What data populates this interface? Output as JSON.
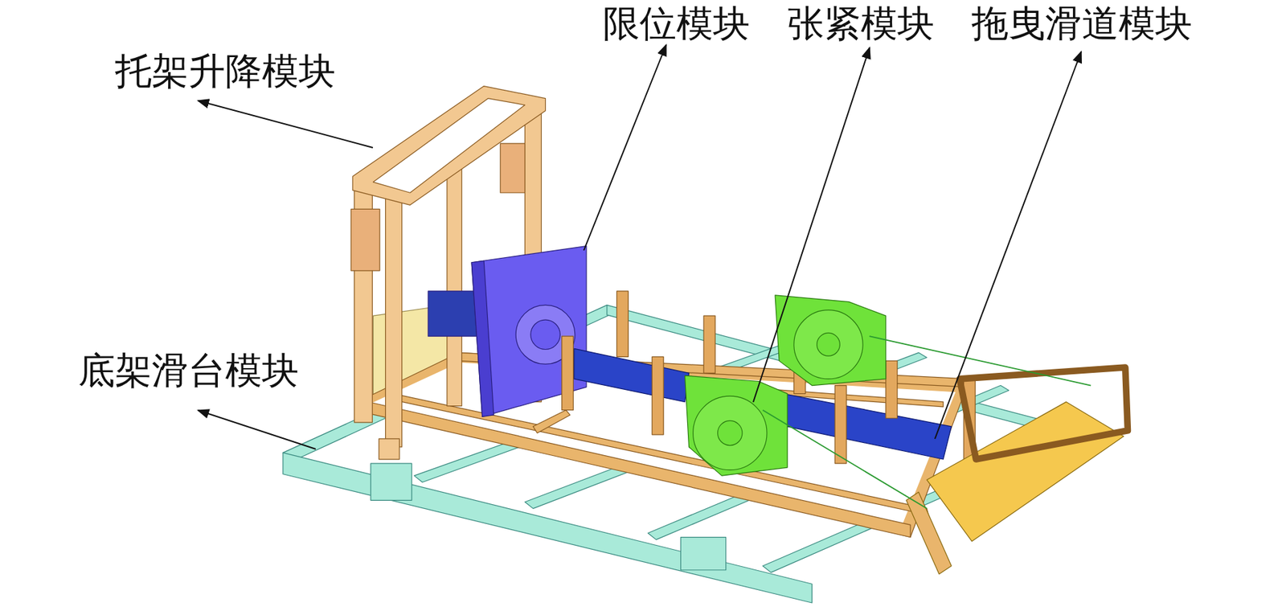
{
  "diagram": {
    "labels": [
      "托架升降模块",
      "限位模块",
      "张紧模块",
      "拖曳滑道模块",
      "底架滑台模块"
    ]
  }
}
